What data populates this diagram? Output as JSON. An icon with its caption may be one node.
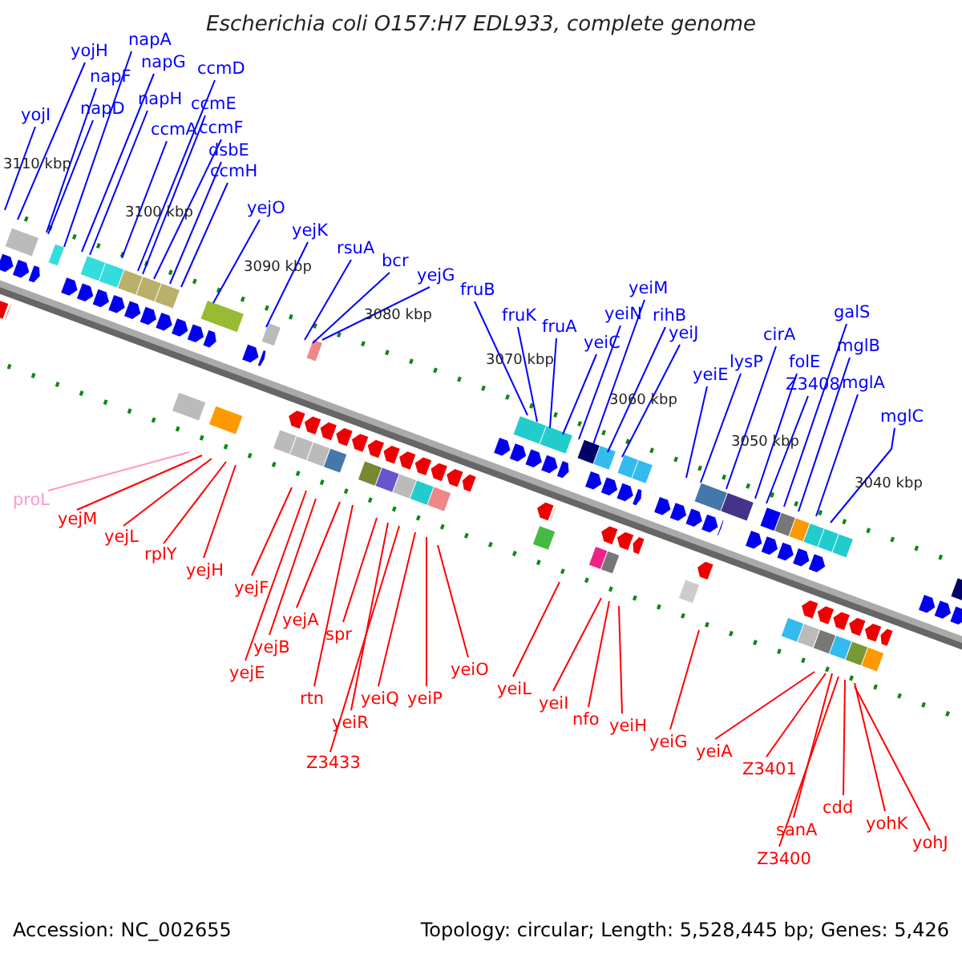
{
  "diagram": {
    "title": "Escherichia coli O157:H7 EDL933, complete genome",
    "nodes": [
      {
        "text": [
          "yojI"
        ]
      },
      {
        "text": [
          "yojH"
        ]
      },
      {
        "text": [
          "napF"
        ]
      },
      {
        "text": [
          "napD"
        ]
      },
      {
        "text": [
          "napA"
        ]
      },
      {
        "text": [
          "napG"
        ]
      },
      {
        "text": [
          "napH"
        ]
      },
      {
        "text": [
          "ccmA"
        ]
      },
      {
        "text": [
          "ccmD"
        ]
      },
      {
        "text": [
          "ccmE"
        ]
      },
      {
        "text": [
          "ccmF"
        ]
      },
      {
        "text": [
          "dsbE"
        ]
      },
      {
        "text": [
          "ccmH"
        ]
      },
      {
        "text": [
          "yejO"
        ]
      },
      {
        "text": [
          "yejK"
        ]
      },
      {
        "text": [
          "rsuA"
        ]
      },
      {
        "text": [
          "bcr"
        ]
      },
      {
        "text": [
          "yejG"
        ]
      },
      {
        "text": [
          "fruB"
        ]
      },
      {
        "text": [
          "fruK"
        ]
      },
      {
        "text": [
          "fruA"
        ]
      },
      {
        "text": [
          "yeiC"
        ]
      },
      {
        "text": [
          "yeiN"
        ]
      },
      {
        "text": [
          "yeiM"
        ]
      },
      {
        "text": [
          "rihB"
        ]
      },
      {
        "text": [
          "yeiJ"
        ]
      },
      {
        "text": [
          "yeiE"
        ]
      },
      {
        "text": [
          "lysP"
        ]
      },
      {
        "text": [
          "cirA"
        ]
      },
      {
        "text": [
          "folE"
        ]
      },
      {
        "text": [
          "Z3408"
        ]
      },
      {
        "text": [
          "galS"
        ]
      },
      {
        "text": [
          "mglB"
        ]
      },
      {
        "text": [
          "mglA"
        ]
      },
      {
        "text": [
          "mglC"
        ]
      },
      {
        "text": [
          "proL"
        ]
      },
      {
        "text": [
          "yejM"
        ]
      },
      {
        "text": [
          "yejL"
        ]
      },
      {
        "text": [
          "rplY"
        ]
      },
      {
        "text": [
          "yejH"
        ]
      },
      {
        "text": [
          "yejF"
        ]
      },
      {
        "text": [
          "yejE"
        ]
      },
      {
        "text": [
          "yejB"
        ]
      },
      {
        "text": [
          "yejA"
        ]
      },
      {
        "text": [
          "rtn"
        ]
      },
      {
        "text": [
          "spr"
        ]
      },
      {
        "text": [
          "yeiR"
        ]
      },
      {
        "text": [
          "Z3433"
        ]
      },
      {
        "text": [
          "yeiQ"
        ]
      },
      {
        "text": [
          "yeiP"
        ]
      },
      {
        "text": [
          "yeiO"
        ]
      },
      {
        "text": [
          "yeiL"
        ]
      },
      {
        "text": [
          "yeiI"
        ]
      },
      {
        "text": [
          "nfo"
        ]
      },
      {
        "text": [
          "yeiH"
        ]
      },
      {
        "text": [
          "yeiG"
        ]
      },
      {
        "text": [
          "yeiA"
        ]
      },
      {
        "text": [
          "Z3401"
        ]
      },
      {
        "text": [
          "sanA"
        ]
      },
      {
        "text": [
          "Z3400"
        ]
      },
      {
        "text": [
          "cdd"
        ]
      },
      {
        "text": [
          "yohK"
        ]
      },
      {
        "text": [
          "yohJ"
        ]
      }
    ],
    "edges": [
      {
        "from": 0,
        "to": null,
        "arrow": "none"
      },
      {
        "from": 1,
        "to": null,
        "arrow": "none"
      },
      {
        "from": 2,
        "to": null,
        "arrow": "none"
      },
      {
        "from": 3,
        "to": null,
        "arrow": "none"
      },
      {
        "from": 4,
        "to": null,
        "arrow": "none"
      },
      {
        "from": 5,
        "to": null,
        "arrow": "none"
      },
      {
        "from": 6,
        "to": null,
        "arrow": "none"
      },
      {
        "from": 7,
        "to": null,
        "arrow": "none"
      },
      {
        "from": 8,
        "to": null,
        "arrow": "none"
      },
      {
        "from": 9,
        "to": null,
        "arrow": "none"
      },
      {
        "from": 10,
        "to": null,
        "arrow": "none"
      },
      {
        "from": 11,
        "to": null,
        "arrow": "none"
      },
      {
        "from": 12,
        "to": null,
        "arrow": "none"
      },
      {
        "from": 13,
        "to": null,
        "arrow": "none"
      },
      {
        "from": 14,
        "to": null,
        "arrow": "none"
      },
      {
        "from": 15,
        "to": null,
        "arrow": "none"
      },
      {
        "from": 16,
        "to": null,
        "arrow": "none"
      },
      {
        "from": 17,
        "to": null,
        "arrow": "none"
      },
      {
        "from": 18,
        "to": null,
        "arrow": "none"
      },
      {
        "from": 19,
        "to": null,
        "arrow": "none"
      },
      {
        "from": 20,
        "to": null,
        "arrow": "none"
      },
      {
        "from": 21,
        "to": null,
        "arrow": "none"
      },
      {
        "from": 22,
        "to": null,
        "arrow": "none"
      },
      {
        "from": 23,
        "to": null,
        "arrow": "none"
      },
      {
        "from": 24,
        "to": null,
        "arrow": "none"
      },
      {
        "from": 25,
        "to": null,
        "arrow": "none"
      },
      {
        "from": 26,
        "to": null,
        "arrow": "none"
      },
      {
        "from": 27,
        "to": null,
        "arrow": "none"
      },
      {
        "from": 28,
        "to": null,
        "arrow": "none"
      },
      {
        "from": 29,
        "to": null,
        "arrow": "none"
      },
      {
        "from": 30,
        "to": null,
        "arrow": "none"
      },
      {
        "from": 31,
        "to": null,
        "arrow": "none"
      },
      {
        "from": 32,
        "to": null,
        "arrow": "none"
      },
      {
        "from": 33,
        "to": null,
        "arrow": "none"
      },
      {
        "from": 34,
        "to": null,
        "arrow": "none"
      },
      {
        "from": 35,
        "to": null,
        "arrow": "none",
        "color": "#ff99cc"
      },
      {
        "from": 36,
        "to": null,
        "arrow": "none",
        "color": "#ff0000"
      },
      {
        "from": 37,
        "to": null,
        "arrow": "none",
        "color": "#ff0000"
      },
      {
        "from": 38,
        "to": null,
        "arrow": "none",
        "color": "#ff0000"
      },
      {
        "from": 39,
        "to": null,
        "arrow": "none",
        "color": "#ff0000"
      },
      {
        "from": 40,
        "to": null,
        "arrow": "none",
        "color": "#ff0000"
      },
      {
        "from": 41,
        "to": null,
        "arrow": "none",
        "color": "#ff0000"
      },
      {
        "from": 42,
        "to": null,
        "arrow": "none",
        "color": "#ff0000"
      },
      {
        "from": 43,
        "to": null,
        "arrow": "none",
        "color": "#ff0000"
      },
      {
        "from": 44,
        "to": null,
        "arrow": "none",
        "color": "#ff0000"
      },
      {
        "from": 45,
        "to": null,
        "arrow": "none",
        "color": "#ff0000"
      },
      {
        "from": 46,
        "to": null,
        "arrow": "none",
        "color": "#ff0000"
      },
      {
        "from": 47,
        "to": null,
        "arrow": "none",
        "color": "#ff0000"
      },
      {
        "from": 48,
        "to": null,
        "arrow": "none",
        "color": "#ff0000"
      },
      {
        "from": 49,
        "to": null,
        "arrow": "none",
        "color": "#ff0000"
      },
      {
        "from": 50,
        "to": null,
        "arrow": "none",
        "color": "#ff0000"
      },
      {
        "from": 51,
        "to": null,
        "arrow": "none",
        "color": "#ff0000"
      },
      {
        "from": 52,
        "to": null,
        "arrow": "none",
        "color": "#ff0000"
      },
      {
        "from": 53,
        "to": null,
        "arrow": "none",
        "color": "#ff0000"
      },
      {
        "from": 54,
        "to": null,
        "arrow": "none",
        "color": "#ff0000"
      },
      {
        "from": 55,
        "to": null,
        "arrow": "none",
        "color": "#ff0000"
      },
      {
        "from": 56,
        "to": null,
        "arrow": "none",
        "color": "#ff0000"
      },
      {
        "from": 57,
        "to": null,
        "arrow": "none",
        "color": "#ff0000"
      },
      {
        "from": 58,
        "to": null,
        "arrow": "none",
        "color": "#ff0000"
      },
      {
        "from": 59,
        "to": null,
        "arrow": "none",
        "color": "#ff0000"
      },
      {
        "from": 60,
        "to": null,
        "arrow": "none",
        "color": "#ff0000"
      },
      {
        "from": 61,
        "to": null,
        "arrow": "none",
        "color": "#ff0000"
      },
      {
        "from": 62,
        "to": null,
        "arrow": "none",
        "color": "#ff0000"
      }
    ],
    "labels": [
      "3110 kbp",
      "3100 kbp",
      "3090 kbp",
      "3080 kbp",
      "3070 kbp",
      "3060 kbp",
      "3050 kbp",
      "3040 kbp",
      "Accession: NC_002655",
      "Topology: circular; Length: 5,528,445 bp; Genes: 5,426"
    ]
  }
}
